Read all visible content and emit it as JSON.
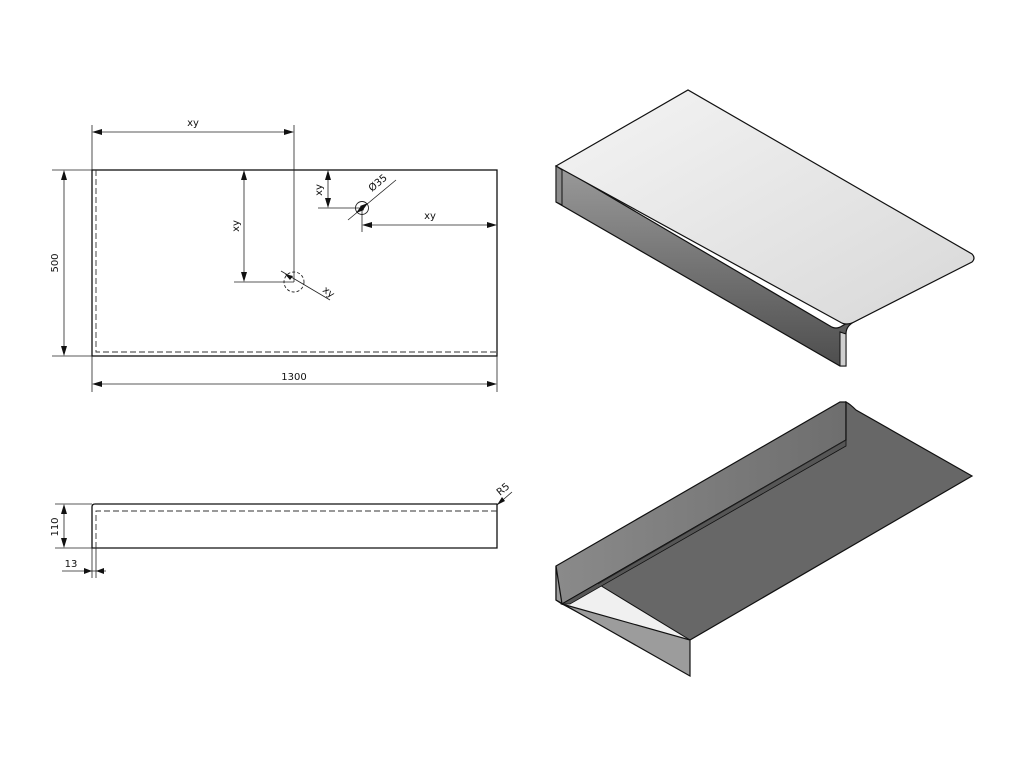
{
  "drawing": {
    "top_view": {
      "dim_length": "1300",
      "dim_width": "500",
      "dim_hole_x_from_left": "xy",
      "dim_hole_y_from_top": "xy",
      "dim_hole_dia_label": "xy",
      "dim_small_hole_y": "xy",
      "dim_small_hole_x_from_right": "xy",
      "dim_small_hole_dia": "Ø35"
    },
    "front_view": {
      "dim_height": "110",
      "dim_thickness": "13",
      "dim_radius": "R5"
    }
  },
  "colors": {
    "line": "#111111",
    "top_face_light": "#ececec",
    "top_face_gradient_end": "#d4d4d4",
    "side_face": "#5a5a5a",
    "under_face": "#6a6a6a",
    "inner_light": "#f2f2f2"
  }
}
